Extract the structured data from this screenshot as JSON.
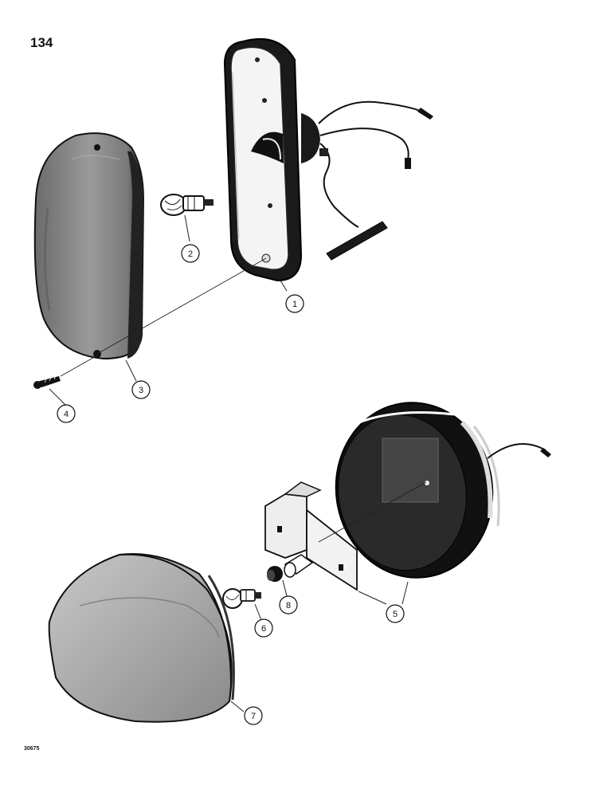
{
  "page": {
    "number": "134",
    "figure_code": "30675"
  },
  "callouts": [
    {
      "id": "1",
      "part": "lamp-housing"
    },
    {
      "id": "2",
      "part": "bulb"
    },
    {
      "id": "3",
      "part": "lens"
    },
    {
      "id": "4",
      "part": "screw"
    },
    {
      "id": "5",
      "part": "lamp-body-with-bracket"
    },
    {
      "id": "6",
      "part": "bulb"
    },
    {
      "id": "7",
      "part": "lens"
    },
    {
      "id": "8",
      "part": "bulb-socket"
    }
  ]
}
